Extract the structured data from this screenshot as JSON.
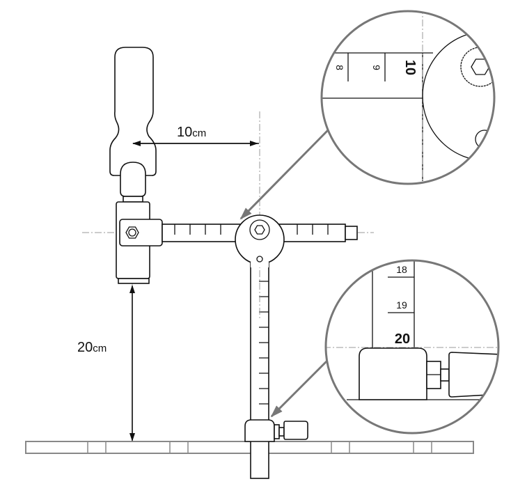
{
  "dimensions": {
    "horizontal": {
      "value": "10",
      "unit": "cm"
    },
    "vertical": {
      "value": "20",
      "unit": "cm"
    }
  },
  "detail_top": {
    "scale_labels": [
      "8",
      "9",
      "10"
    ]
  },
  "detail_bottom": {
    "scale_labels": [
      "18",
      "19",
      "20"
    ]
  },
  "colors": {
    "line": "#111111",
    "callout": "#777777",
    "centerline": "#999999"
  }
}
